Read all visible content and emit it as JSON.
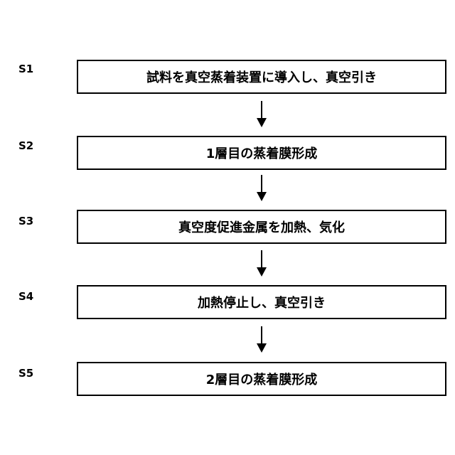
{
  "steps": [
    {
      "label": "S1",
      "text": "試料を真空蒸着装置に導入し、真空引き"
    },
    {
      "label": "S2",
      "text": "1層目の蒸着膜形成"
    },
    {
      "label": "S3",
      "text": "真空度促進金属を加熱、気化"
    },
    {
      "label": "S4",
      "text": "加熱停止し、真空引き"
    },
    {
      "label": "S5",
      "text": "2層目の蒸着膜形成"
    }
  ]
}
